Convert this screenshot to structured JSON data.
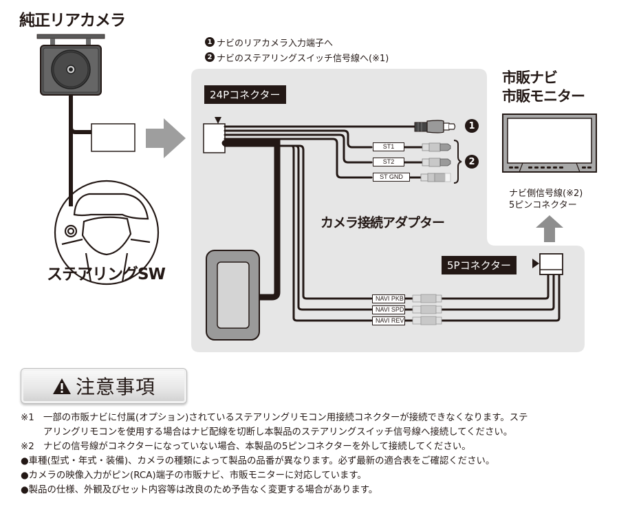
{
  "camera_section": {
    "title": "純正リアカメラ",
    "steering_label": "ステアリングSW"
  },
  "legend": {
    "items": [
      {
        "num": "1",
        "text": "ナビのリアカメラ入力端子へ"
      },
      {
        "num": "2",
        "text": "ナビのステアリングスイッチ信号線へ(※1)"
      }
    ]
  },
  "adapter": {
    "connector_24p_label": "24Pコネクター",
    "adapter_label": "カメラ接続アダプター",
    "connector_5p_label": "5Pコネクター",
    "rca_marker": "1",
    "steering_marker": "2",
    "steering_wires": [
      "ST1",
      "ST2",
      "ST GND"
    ],
    "navi_wires": [
      "NAVI PKB",
      "NAVI SPD",
      "NAVI REV"
    ]
  },
  "navi_section": {
    "title_line1": "市販ナビ",
    "title_line2": "市販モニター",
    "signal_label_line1": "ナビ側信号線(※2)",
    "signal_label_line2": "5ピンコネクター"
  },
  "notice": {
    "title": "注意事項",
    "icon": "warning-icon",
    "notes": [
      {
        "mark": "※1",
        "line1": "一部の市販ナビに付属(オプション)されているステアリングリモコン用接続コネクターが接続できなくなります。ステ",
        "line2": "アリングリモコンを使用する場合はナビ配線を切断し本製品のステアリングスイッチ信号線へ接続してください。"
      },
      {
        "mark": "※2",
        "line1": "ナビの信号線がコネクターになっていない場合、本製品の5ピンコネクターを外して接続してください。"
      }
    ],
    "bullets": [
      "●車種(型式・年式・装備)、カメラの種類によって製品の品番が異なります。必ず最新の適合表をご確認ください。",
      "●カメラの映像入力がピン(RCA)端子の市販ナビ、市販モニターに対応しています。",
      "●製品の仕様、外観及びセット内容等は改良のため予告なく変更する場合があります。"
    ]
  },
  "colors": {
    "ink": "#231815",
    "panel": "#e6e6e6",
    "arrow": "#9e9e9e",
    "device_gray": "#9a9a9a"
  }
}
